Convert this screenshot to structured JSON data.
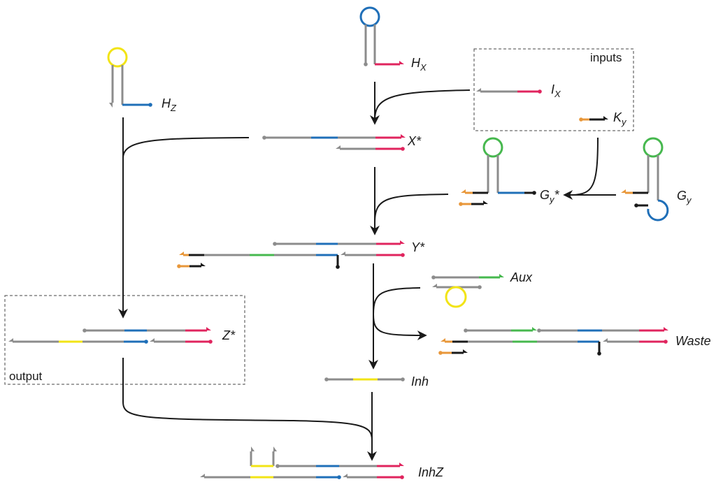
{
  "colors": {
    "gray": "#8c8c8c",
    "red": "#e0245e",
    "blue": "#1f6fb8",
    "green": "#46b84e",
    "yellow": "#f2e416",
    "orange": "#e8973a",
    "black": "#1a1a1a",
    "box": "#444444"
  },
  "labels": {
    "hx": {
      "main": "H",
      "sub": "X"
    },
    "hz": {
      "main": "H",
      "sub": "Z"
    },
    "ix": {
      "main": "I",
      "sub": "X"
    },
    "ky": {
      "main": "K",
      "sub": "y"
    },
    "gy_star": {
      "main": "G",
      "sub": "y",
      "after": "*"
    },
    "gy": {
      "main": "G",
      "sub": "y"
    },
    "x_star": "X*",
    "y_star": "Y*",
    "aux": "Aux",
    "waste": "Waste",
    "z_star": "Z*",
    "inh": "Inh",
    "inhz": "InhZ",
    "inputs_box": "inputs",
    "output_box": "output"
  },
  "icons": {
    "hairpin": "hairpin-strand-icon",
    "arrow": "reaction-arrow-icon"
  }
}
